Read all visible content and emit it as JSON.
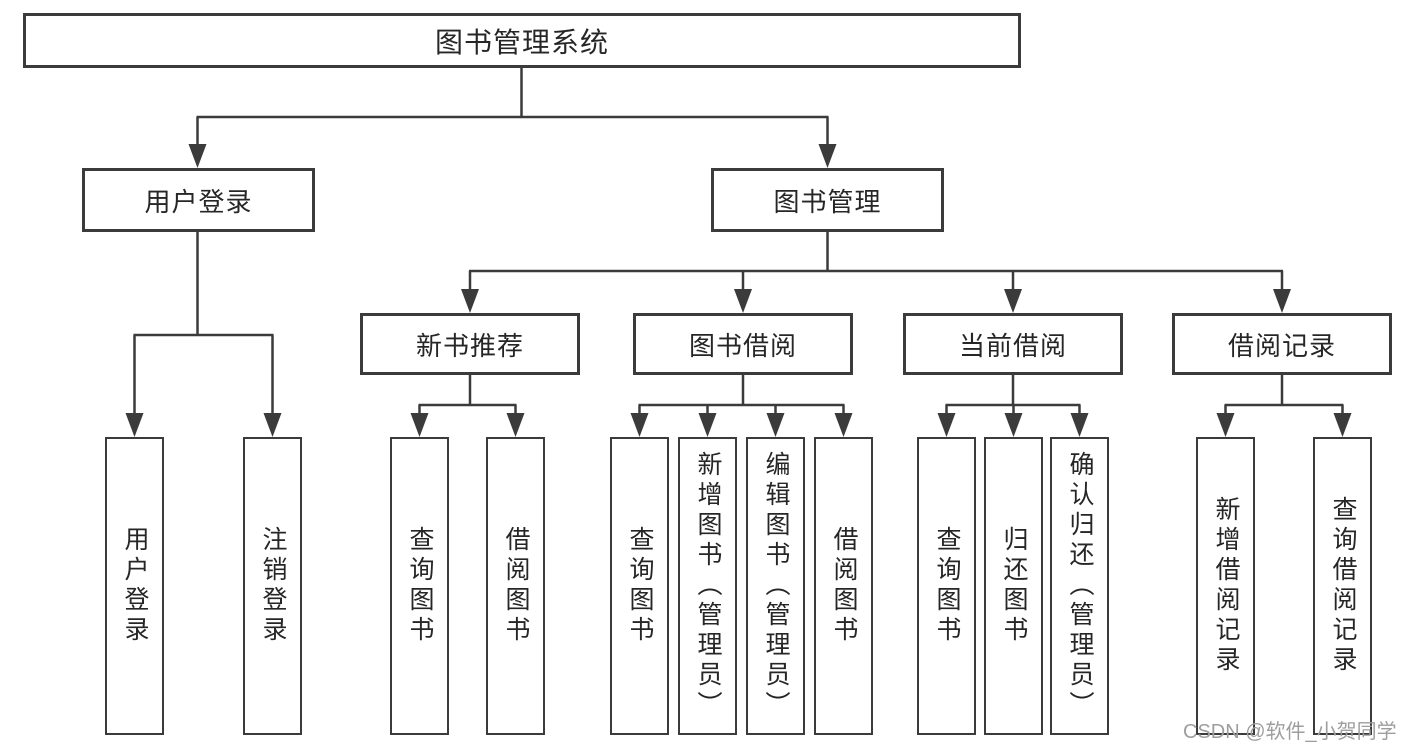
{
  "diagram": {
    "title": "图书管理系统",
    "level2": {
      "user_login": "用户登录",
      "book_mgmt": "图书管理"
    },
    "level3": {
      "new_books": "新书推荐",
      "borrowing": "图书借阅",
      "current": "当前借阅",
      "records": "借阅记录"
    },
    "leaves": {
      "user_login": [
        "用户登录",
        "注销登录"
      ],
      "new_books": [
        "查询图书",
        "借阅图书"
      ],
      "borrowing": [
        "查询图书",
        "新增图书（管理员）",
        "编辑图书（管理员）",
        "借阅图书"
      ],
      "current": [
        "查询图书",
        "归还图书",
        "确认归还（管理员）"
      ],
      "records": [
        "新增借阅记录",
        "查询借阅记录"
      ]
    }
  },
  "watermark": "CSDN @软件_小贺同学",
  "colors": {
    "line": "#3b3b3b",
    "text": "#262626",
    "watermark": "#9e9e9e",
    "background": "#ffffff"
  }
}
